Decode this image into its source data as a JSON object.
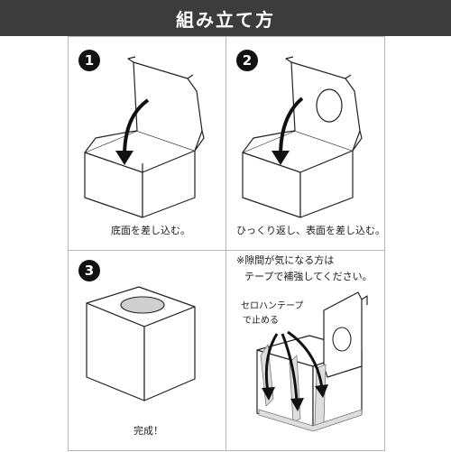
{
  "title": "組み立て方",
  "steps": [
    {
      "number": "1",
      "caption": "底面を差し込む。"
    },
    {
      "number": "2",
      "caption": "ひっくり返し、表面を差し込む。"
    },
    {
      "number": "3",
      "caption": "完成！"
    }
  ],
  "note": {
    "line1": "※隙間が気になる方は",
    "line2": "テープで補強してください。",
    "tape_label_line1": "セロハンテープ",
    "tape_label_line2": "で止める"
  },
  "colors": {
    "header_bg": "#3c3c3c",
    "hole_fill": "#cfcfcf",
    "tape_fill": "#dedede"
  }
}
